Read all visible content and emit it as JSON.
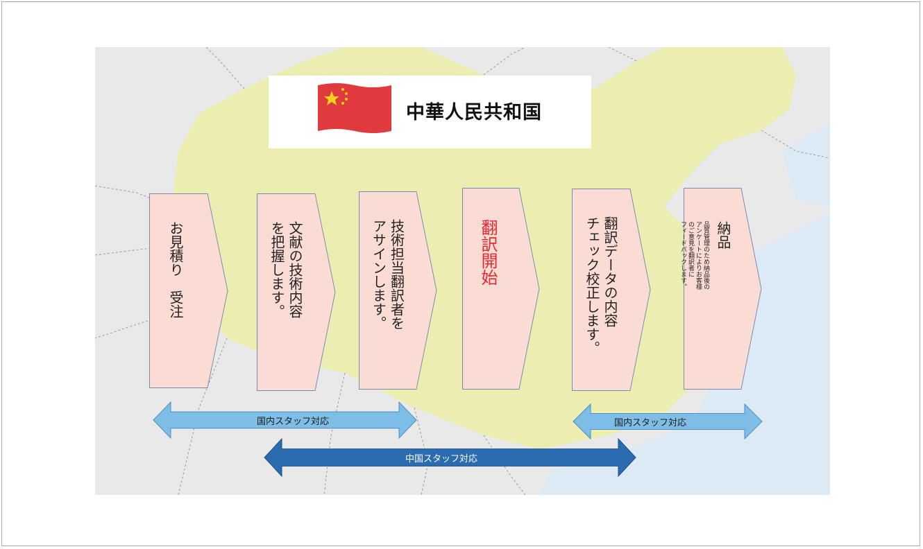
{
  "title": "中華人民共和国",
  "flag": {
    "icon": "china-flag-icon",
    "red": "#e03a3e",
    "star": "#f7d21d"
  },
  "steps": [
    {
      "lines": [
        "お見積り　受注"
      ],
      "color": "#222222"
    },
    {
      "lines": [
        "文献の技術内容",
        "を把握します。"
      ],
      "color": "#222222"
    },
    {
      "lines": [
        "技術担当翻訳者を",
        "アサインします。"
      ],
      "color": "#222222"
    },
    {
      "lines": [
        "翻訳開始"
      ],
      "color": "#e8262d"
    },
    {
      "lines": [
        "翻訳データの内容",
        "チェック校正します。"
      ],
      "color": "#222222"
    },
    {
      "title": "納品",
      "lines": [
        "品質管理のため納品後の",
        "アンケートによりお客様",
        "のご意見を翻訳者に",
        "フィードバックします。"
      ],
      "color": "#222222"
    }
  ],
  "spans": [
    {
      "label": "国内スタッフ対応",
      "color": "#7dbde6"
    },
    {
      "label": "国内スタッフ対応",
      "color": "#7dbde6"
    },
    {
      "label": "中国スタッフ対応",
      "color": "#2b6cb0"
    }
  ],
  "colors": {
    "step_fill": "#fbdcd4",
    "step_stroke": "#7b8bb0",
    "land": "#ebeeb0",
    "sea": "#dbeaf5",
    "map_bg": "#e9e9e9"
  }
}
